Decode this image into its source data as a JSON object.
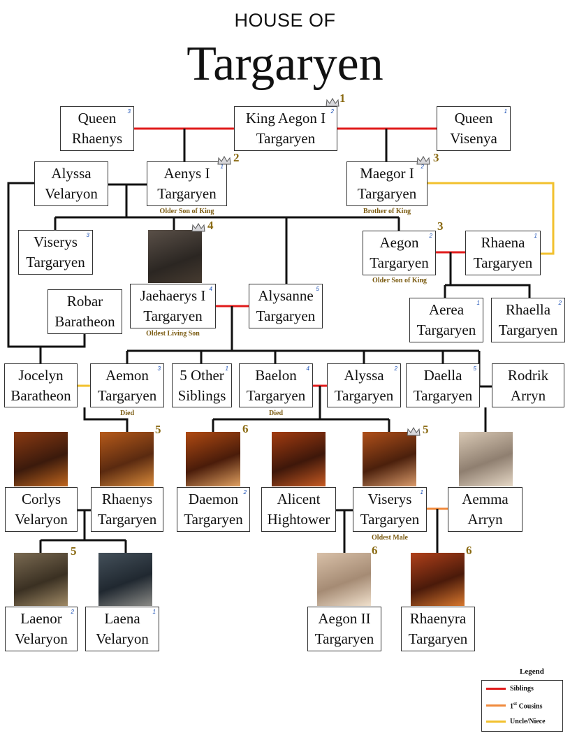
{
  "header": {
    "line1": "HOUSE OF",
    "line2": "Targaryen"
  },
  "colors": {
    "siblings": "#e01b1b",
    "cousins": "#f08a3c",
    "uncle_niece": "#f2c12e",
    "parent_line": "#111111",
    "generation": "#8a6a12",
    "order_number": "#1a4fb5"
  },
  "people": {
    "rhaenys_q": {
      "name1": "Queen",
      "name2": "Rhaenys",
      "num": "3"
    },
    "aegon1": {
      "name1": "King Aegon I",
      "name2": "Targaryen",
      "num": "2"
    },
    "visenya": {
      "name1": "Queen",
      "name2": "Visenya",
      "num": "1"
    },
    "alyssa_v": {
      "name1": "Alyssa",
      "name2": "Velaryon"
    },
    "aenys": {
      "name1": "Aenys I",
      "name2": "Targaryen",
      "num": "1"
    },
    "maegor": {
      "name1": "Maegor I",
      "name2": "Targaryen",
      "num": "2"
    },
    "viserys_old": {
      "name1": "Viserys",
      "name2": "Targaryen",
      "num": "3"
    },
    "aegon_aenys": {
      "name1": "Aegon",
      "name2": "Targaryen",
      "num": "2"
    },
    "rhaena": {
      "name1": "Rhaena",
      "name2": "Targaryen",
      "num": "1"
    },
    "robar": {
      "name1": "Robar",
      "name2": "Baratheon"
    },
    "jaehaerys": {
      "name1": "Jaehaerys I",
      "name2": "Targaryen",
      "num": "4"
    },
    "alysanne": {
      "name1": "Alysanne",
      "name2": "Targaryen",
      "num": "5"
    },
    "aerea": {
      "name1": "Aerea",
      "name2": "Targaryen",
      "num": "1"
    },
    "rhaella": {
      "name1": "Rhaella",
      "name2": "Targaryen",
      "num": "2"
    },
    "jocelyn": {
      "name1": "Jocelyn",
      "name2": "Baratheon"
    },
    "aemon": {
      "name1": "Aemon",
      "name2": "Targaryen",
      "num": "3"
    },
    "others": {
      "name1": "5 Other",
      "name2": "Siblings",
      "num": "1"
    },
    "baelon": {
      "name1": "Baelon",
      "name2": "Targaryen",
      "num": "4"
    },
    "alyssa_t": {
      "name1": "Alyssa",
      "name2": "Targaryen",
      "num": "2"
    },
    "daella": {
      "name1": "Daella",
      "name2": "Targaryen",
      "num": "5"
    },
    "rodrik": {
      "name1": "Rodrik",
      "name2": "Arryn"
    },
    "corlys": {
      "name1": "Corlys",
      "name2": "Velaryon"
    },
    "rhaenys_p": {
      "name1": "Rhaenys",
      "name2": "Targaryen"
    },
    "daemon": {
      "name1": "Daemon",
      "name2": "Targaryen",
      "num": "2"
    },
    "alicent": {
      "name1": "Alicent",
      "name2": "Hightower"
    },
    "viserys1": {
      "name1": "Viserys",
      "name2": "Targaryen",
      "num": "1"
    },
    "aemma": {
      "name1": "Aemma",
      "name2": "Arryn"
    },
    "laenor": {
      "name1": "Laenor",
      "name2": "Velaryon",
      "num": "2"
    },
    "laena": {
      "name1": "Laena",
      "name2": "Velaryon",
      "num": "1"
    },
    "aegon2": {
      "name1": "Aegon II",
      "name2": "Targaryen"
    },
    "rhaenyra": {
      "name1": "Rhaenyra",
      "name2": "Targaryen"
    }
  },
  "notes": {
    "aenys": "Older Son of King",
    "maegor": "Brother of King",
    "aegon_aenys": "Older Son of King",
    "jaehaerys": "Oldest Living Son",
    "aemon": "Died",
    "baelon": "Died",
    "viserys1": "Oldest Male"
  },
  "generations": {
    "aegon1": "1",
    "aenys": "2",
    "maegor": "3",
    "aegon_aenys": "3",
    "jaehaerys": "4",
    "rhaenys_p": "5",
    "daemon": "6",
    "viserys1": "5",
    "laenor": "5",
    "aegon2": "6",
    "rhaenyra": "6"
  },
  "legend": {
    "title": "Legend",
    "siblings": "Siblings",
    "cousins_num": "1",
    "cousins_sup": "st",
    "cousins_text": " Cousins",
    "uncle_niece": "Uncle/Niece"
  }
}
